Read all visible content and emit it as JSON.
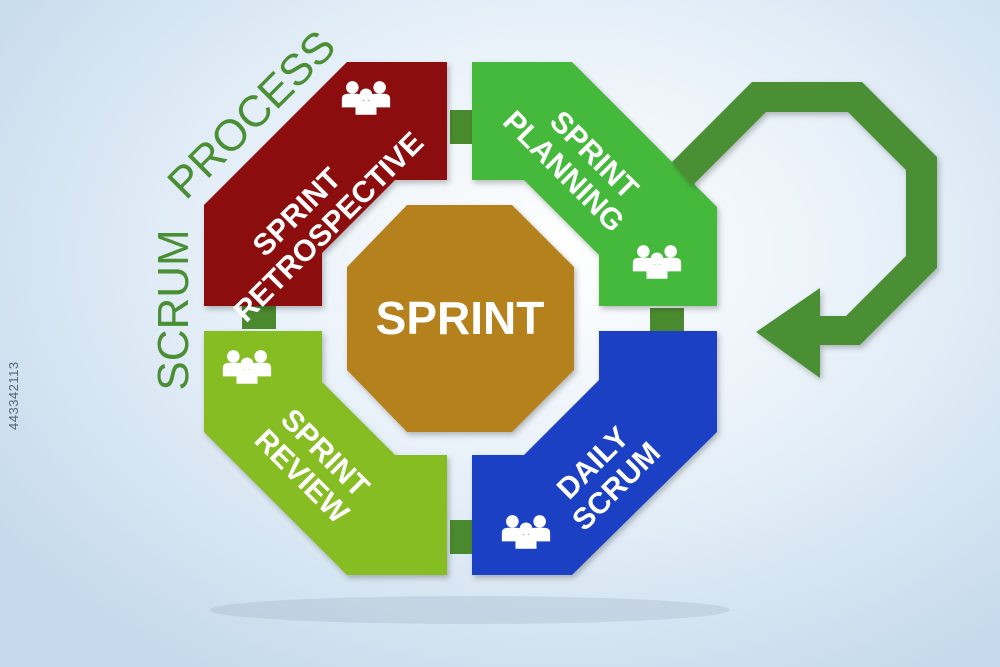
{
  "colors": {
    "retrospective": "#8b0a0a",
    "planning": "#44b93a",
    "review": "#86bd22",
    "daily": "#1f3fc4",
    "center": "#b5811d",
    "connector": "#4a8a2e",
    "arrow": "#4b8f35",
    "side_text": "#4b8f35"
  },
  "side_labels": {
    "scrum": "SCRUM",
    "process": "PROCESS"
  },
  "center": {
    "label": "SPRINT"
  },
  "segments": {
    "retrospective": {
      "line1": "SPRINT",
      "line2": "RETROSPECTIVE",
      "icon": "people-group-icon"
    },
    "planning": {
      "line1": "SPRINT",
      "line2": "PLANNING",
      "icon": "people-group-icon"
    },
    "review": {
      "line1": "SPRINT",
      "line2": "REVIEW",
      "icon": "people-group-icon"
    },
    "daily": {
      "line1": "DAILY",
      "line2": "SCRUM",
      "icon": "people-group-icon"
    }
  },
  "cycle_arrow": {
    "icon": "cycle-arrow-icon"
  },
  "watermark": "443342113"
}
